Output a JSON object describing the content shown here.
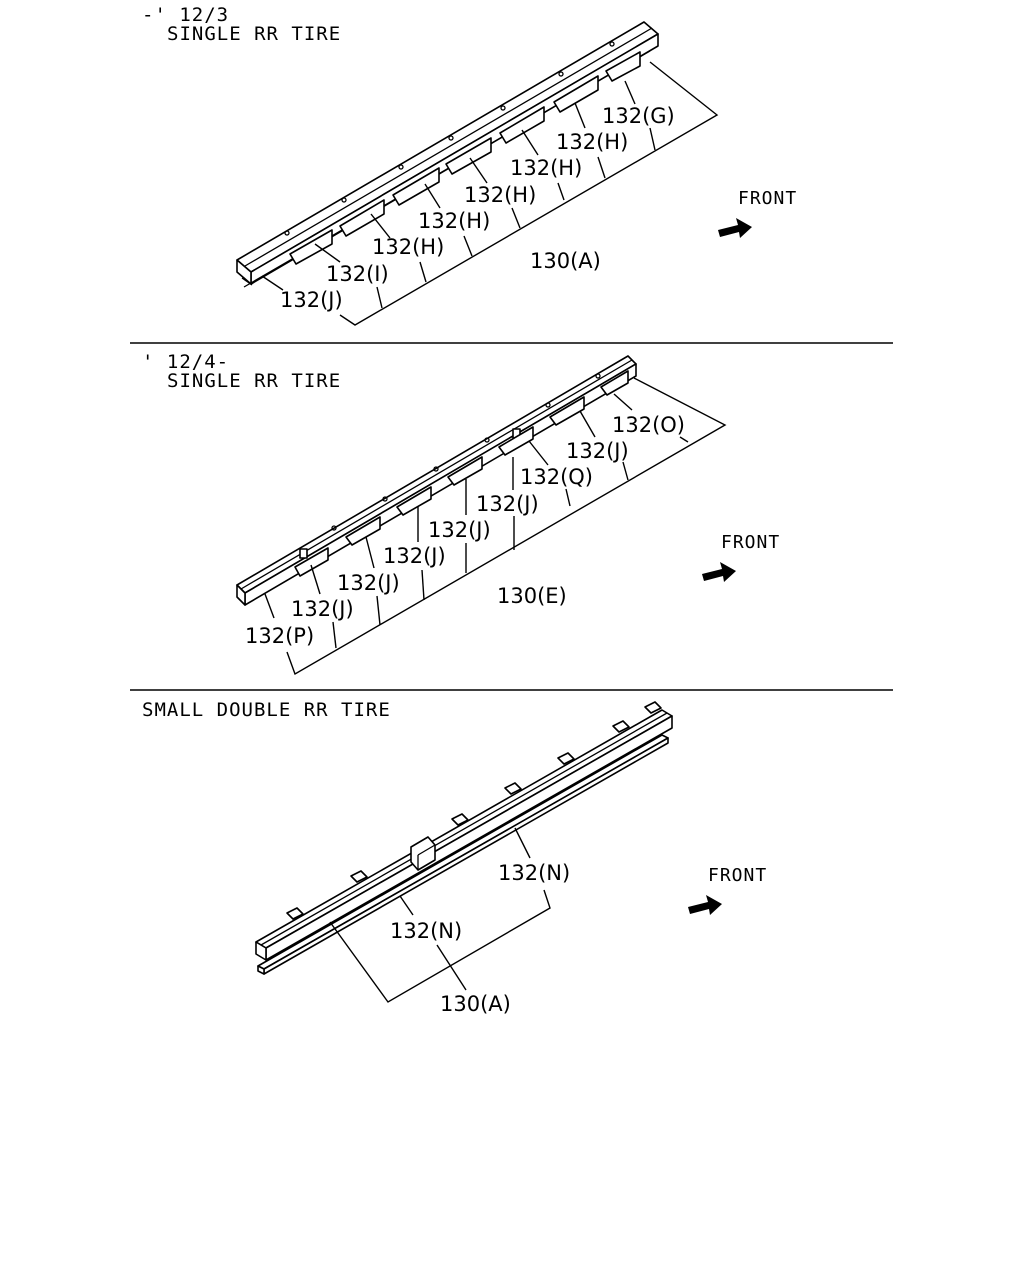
{
  "sections": [
    {
      "header_line1": "-' 12/3",
      "header_line2": "SINGLE RR TIRE",
      "front_label": "FRONT",
      "main_label": "130(A)",
      "callouts": [
        "132(G)",
        "132(H)",
        "132(H)",
        "132(H)",
        "132(H)",
        "132(H)",
        "132(I)",
        "132(J)"
      ]
    },
    {
      "header_line1": "' 12/4-",
      "header_line2": "SINGLE RR TIRE",
      "front_label": "FRONT",
      "main_label": "130(E)",
      "callouts": [
        "132(O)",
        "132(J)",
        "132(Q)",
        "132(J)",
        "132(J)",
        "132(J)",
        "132(J)",
        "132(J)",
        "132(P)"
      ]
    },
    {
      "header_line1": "SMALL DOUBLE RR TIRE",
      "front_label": "FRONT",
      "main_label": "130(A)",
      "callouts": [
        "132(N)",
        "132(N)"
      ]
    }
  ]
}
